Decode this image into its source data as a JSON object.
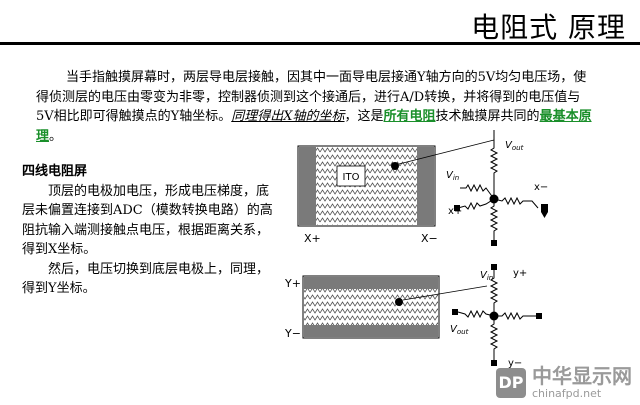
{
  "header": {
    "title": "电阻式 原理"
  },
  "intro": {
    "text_a": "当手指触摸屏幕时，两层导电层接触，因其中一面导电层接通Y轴方向的5V均匀电压场，使得侦测层的电压由零变为非零，控制器侦测到这个接通后，进行A/D转换，并将得到的电压值与5V相比即可得触摸点的Y轴坐标。",
    "text_b": "同理得出X轴的坐标",
    "text_c": "，这是",
    "text_d": "所有电阻",
    "text_e": "技术触摸屏共同的",
    "text_f": "最基本原理",
    "text_g": "。"
  },
  "section": {
    "heading": "四线电阻屏",
    "para1": "顶层的电极加电压，形成电压梯度，底层未偏置连接到ADC（模数转换电路）的高阻抗输入端测接触点电压，根据距离关系，得到X坐标。",
    "para2": "然后，电压切换到底层电极上，同理，得到Y坐标。"
  },
  "diagram_top": {
    "ito": "ITO",
    "x_plus": "X+",
    "x_minus": "X−",
    "v_out": "V",
    "v_out_sub": "out",
    "v_in": "V",
    "v_in_sub": "in",
    "term_x_minus": "x−",
    "term_x_plus": "x+"
  },
  "diagram_bottom": {
    "y_plus": "Y+",
    "y_minus": "Y−",
    "v_in": "V",
    "v_in_sub": "in",
    "v_out": "V",
    "v_out_sub": "out",
    "term_y_plus": "y+",
    "term_y_minus": "y−"
  },
  "watermark": {
    "logo": "DP",
    "name": "中华显示网",
    "url": "chinafpd.net"
  },
  "colors": {
    "accent_green": "#1a8f2a",
    "panel_gray": "#7a7a7a",
    "watermark": "#9a9a9a"
  }
}
